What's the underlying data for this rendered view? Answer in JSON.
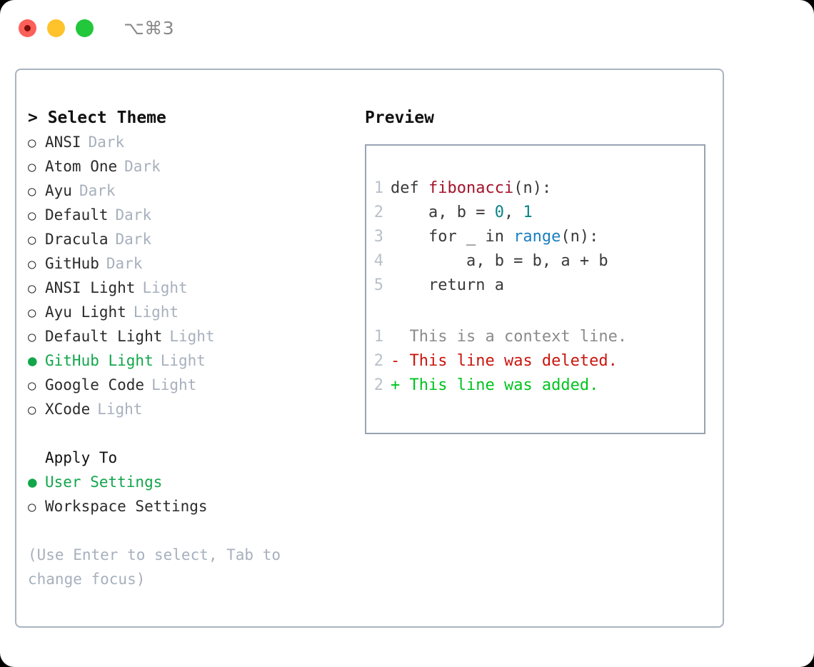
{
  "window": {
    "shortcut": "⌥⌘3",
    "traffic_lights": [
      "close-red",
      "minimize-yellow",
      "maximize-green"
    ],
    "colors": {
      "close": "#fc6058",
      "minimize": "#fec22b",
      "maximize": "#22c73b",
      "panel_border": "#aab3c0",
      "preview_border": "#98a3b2",
      "accent_green": "#12a64b",
      "muted": "#a7b0bd"
    }
  },
  "theme_picker": {
    "header": "> Select Theme",
    "items": [
      {
        "bullet": "○",
        "label": "ANSI",
        "tag": "Dark",
        "selected": false
      },
      {
        "bullet": "○",
        "label": "Atom One",
        "tag": "Dark",
        "selected": false
      },
      {
        "bullet": "○",
        "label": "Ayu",
        "tag": "Dark",
        "selected": false
      },
      {
        "bullet": "○",
        "label": "Default",
        "tag": "Dark",
        "selected": false
      },
      {
        "bullet": "○",
        "label": "Dracula",
        "tag": "Dark",
        "selected": false
      },
      {
        "bullet": "○",
        "label": "GitHub",
        "tag": "Dark",
        "selected": false
      },
      {
        "bullet": "○",
        "label": "ANSI Light",
        "tag": "Light",
        "selected": false
      },
      {
        "bullet": "○",
        "label": "Ayu Light",
        "tag": "Light",
        "selected": false
      },
      {
        "bullet": "○",
        "label": "Default Light",
        "tag": "Light",
        "selected": false
      },
      {
        "bullet": "●",
        "label": "GitHub Light",
        "tag": "Light",
        "selected": true
      },
      {
        "bullet": "○",
        "label": "Google Code",
        "tag": "Light",
        "selected": false
      },
      {
        "bullet": "○",
        "label": "XCode",
        "tag": "Light",
        "selected": false
      }
    ]
  },
  "apply_to": {
    "header": "Apply To",
    "items": [
      {
        "bullet": "●",
        "label": "User Settings",
        "selected": true
      },
      {
        "bullet": "○",
        "label": "Workspace Settings",
        "selected": false
      }
    ]
  },
  "hint": "(Use Enter to select, Tab to change focus)",
  "preview": {
    "title": "Preview",
    "code_lines": [
      {
        "num": "1",
        "tokens": [
          {
            "text": "def ",
            "type": "plain"
          },
          {
            "text": "fibonacci",
            "type": "fn"
          },
          {
            "text": "(n):",
            "type": "plain"
          }
        ]
      },
      {
        "num": "2",
        "tokens": [
          {
            "text": "    a, b = ",
            "type": "plain"
          },
          {
            "text": "0",
            "type": "num"
          },
          {
            "text": ", ",
            "type": "plain"
          },
          {
            "text": "1",
            "type": "num"
          }
        ]
      },
      {
        "num": "3",
        "tokens": [
          {
            "text": "    for _ in ",
            "type": "plain"
          },
          {
            "text": "range",
            "type": "call"
          },
          {
            "text": "(n):",
            "type": "plain"
          }
        ]
      },
      {
        "num": "4",
        "tokens": [
          {
            "text": "        a, b = b, a + b",
            "type": "plain"
          }
        ]
      },
      {
        "num": "5",
        "tokens": [
          {
            "text": "    return a",
            "type": "plain"
          }
        ]
      }
    ],
    "diff_lines": [
      {
        "num": "1",
        "marker": "  ",
        "text": "This is a context line.",
        "type": "context"
      },
      {
        "num": "2",
        "marker": "- ",
        "text": "This line was deleted.",
        "type": "deleted"
      },
      {
        "num": "2",
        "marker": "+ ",
        "text": "This line was added.",
        "type": "added"
      }
    ]
  }
}
